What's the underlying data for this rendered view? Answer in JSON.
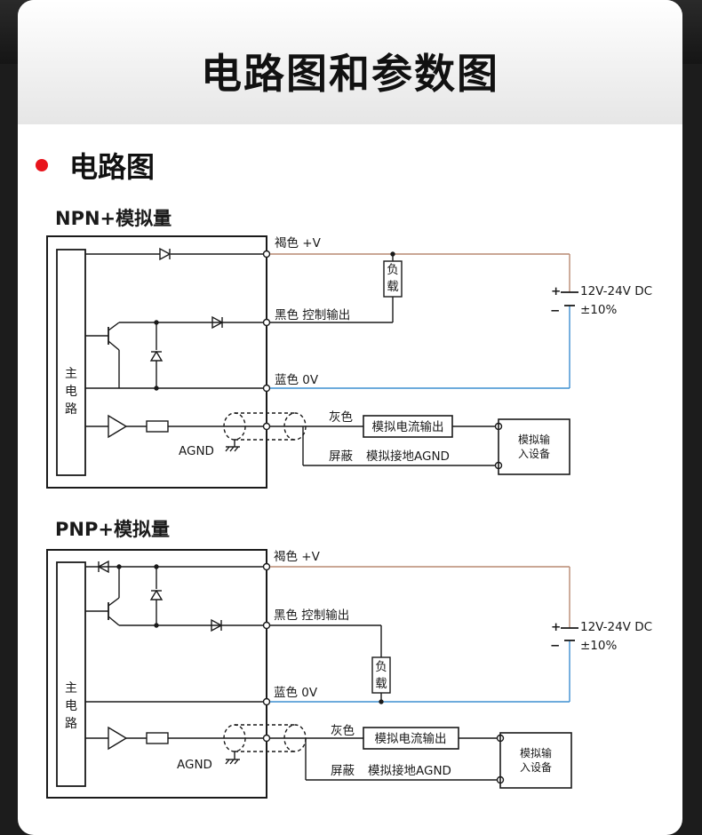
{
  "page_title": "电路图和参数图",
  "section_title": "电路图",
  "colors": {
    "accent": "#e8141c",
    "brown_wire": "#b98a72",
    "blue_wire": "#3d8fd1",
    "line": "#1a1a1a"
  },
  "diagrams": [
    {
      "title": "NPN+模拟量",
      "main_circuit": "主电路",
      "brown_label": "褐色 +V",
      "black_label": "黑色 控制输出",
      "blue_label": "蓝色 0V",
      "load_label": "负载",
      "supply_plus": "+",
      "supply_minus": "−",
      "supply_voltage": "12V-24V DC",
      "supply_tolerance": "±10%",
      "gray_label": "灰色",
      "current_output": "模拟电流输出",
      "shield_label": "屏蔽",
      "analog_ground": "模拟接地AGND",
      "agnd": "AGND",
      "device_line1": "模拟输",
      "device_line2": "入设备"
    },
    {
      "title": "PNP+模拟量",
      "main_circuit": "主电路",
      "brown_label": "褐色 +V",
      "black_label": "黑色 控制输出",
      "blue_label": "蓝色 0V",
      "load_label": "负载",
      "supply_plus": "+",
      "supply_minus": "−",
      "supply_voltage": "12V-24V DC",
      "supply_tolerance": "±10%",
      "gray_label": "灰色",
      "current_output": "模拟电流输出",
      "shield_label": "屏蔽",
      "analog_ground": "模拟接地AGND",
      "agnd": "AGND",
      "device_line1": "模拟输",
      "device_line2": "入设备"
    }
  ]
}
